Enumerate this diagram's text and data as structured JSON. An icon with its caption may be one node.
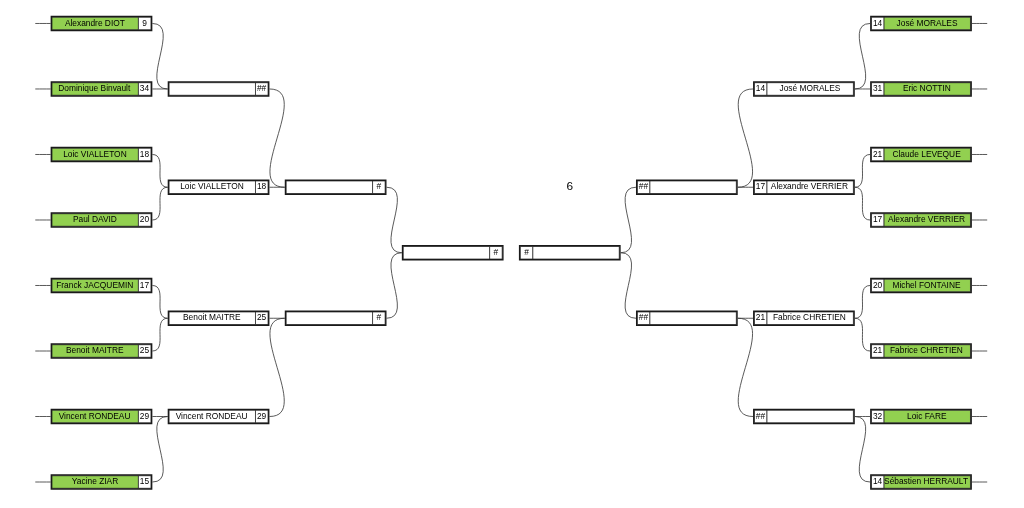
{
  "diagram": {
    "nodes": [
      {
        "text": [
          "Alexandre DIOT",
          "9"
        ]
      },
      {
        "text": [
          "Dominique Binvault",
          "34"
        ]
      },
      {
        "text": [
          "Loic VIALLETON",
          "18"
        ]
      },
      {
        "text": [
          "Paul DAVID",
          "20"
        ]
      },
      {
        "text": [
          "Franck JACQUEMIN",
          "17"
        ]
      },
      {
        "text": [
          "Benoit MAITRE",
          "25"
        ]
      },
      {
        "text": [
          "Vincent RONDEAU",
          "29"
        ]
      },
      {
        "text": [
          "Yacine ZIAR",
          "15"
        ]
      },
      {
        "text": [
          "##"
        ]
      },
      {
        "text": [
          "Loic VIALLETON",
          "18"
        ]
      },
      {
        "text": [
          "Benoit MAITRE",
          "25"
        ]
      },
      {
        "text": [
          "Vincent RONDEAU",
          "29"
        ]
      },
      {
        "text": [
          "#"
        ]
      },
      {
        "text": [
          "#"
        ]
      },
      {
        "text": [
          "#"
        ]
      },
      {
        "text": [
          "#"
        ]
      },
      {
        "text": [
          "##"
        ]
      },
      {
        "text": [
          "##"
        ]
      },
      {
        "text": [
          "14",
          "José MORALES"
        ]
      },
      {
        "text": [
          "17",
          "Alexandre VERRIER"
        ]
      },
      {
        "text": [
          "21",
          "Fabrice CHRETIEN"
        ]
      },
      {
        "text": [
          "##"
        ]
      },
      {
        "text": [
          "14",
          "José MORALES"
        ]
      },
      {
        "text": [
          "31",
          "Eric NOTTIN"
        ]
      },
      {
        "text": [
          "21",
          "Claude LEVEQUE"
        ]
      },
      {
        "text": [
          "17",
          "Alexandre VERRIER"
        ]
      },
      {
        "text": [
          "20",
          "Michel FONTAINE"
        ]
      },
      {
        "text": [
          "21",
          "Fabrice CHRETIEN"
        ]
      },
      {
        "text": [
          "32",
          "Loic FARE"
        ]
      },
      {
        "text": [
          "14",
          "Sébastien HERRAULT"
        ]
      }
    ],
    "edges": [
      {
        "from": 0,
        "to": 8,
        "arrow": "none"
      },
      {
        "from": 1,
        "to": 8,
        "arrow": "none"
      },
      {
        "from": 2,
        "to": 9,
        "arrow": "none"
      },
      {
        "from": 3,
        "to": 9,
        "arrow": "none"
      },
      {
        "from": 4,
        "to": 10,
        "arrow": "none"
      },
      {
        "from": 5,
        "to": 10,
        "arrow": "none"
      },
      {
        "from": 6,
        "to": 11,
        "arrow": "none"
      },
      {
        "from": 7,
        "to": 11,
        "arrow": "none"
      },
      {
        "from": 8,
        "to": 12,
        "arrow": "none"
      },
      {
        "from": 9,
        "to": 12,
        "arrow": "none"
      },
      {
        "from": 10,
        "to": 13,
        "arrow": "none"
      },
      {
        "from": 11,
        "to": 13,
        "arrow": "none"
      },
      {
        "from": 12,
        "to": 14,
        "arrow": "none"
      },
      {
        "from": 13,
        "to": 14,
        "arrow": "none"
      },
      {
        "from": 15,
        "to": 16,
        "arrow": "none"
      },
      {
        "from": 15,
        "to": 17,
        "arrow": "none"
      },
      {
        "from": 16,
        "to": 18,
        "arrow": "none"
      },
      {
        "from": 16,
        "to": 19,
        "arrow": "none"
      },
      {
        "from": 17,
        "to": 20,
        "arrow": "none"
      },
      {
        "from": 17,
        "to": 21,
        "arrow": "none"
      },
      {
        "from": 18,
        "to": 22,
        "arrow": "none"
      },
      {
        "from": 18,
        "to": 23,
        "arrow": "none"
      },
      {
        "from": 19,
        "to": 24,
        "arrow": "none"
      },
      {
        "from": 19,
        "to": 25,
        "arrow": "none"
      },
      {
        "from": 20,
        "to": 26,
        "arrow": "none"
      },
      {
        "from": 20,
        "to": 27,
        "arrow": "none"
      },
      {
        "from": 21,
        "to": 28,
        "arrow": "none"
      },
      {
        "from": 21,
        "to": 29,
        "arrow": "none"
      },
      {
        "from": null,
        "to": 0,
        "arrow": "none"
      },
      {
        "from": null,
        "to": 1,
        "arrow": "none"
      },
      {
        "from": null,
        "to": 2,
        "arrow": "none"
      },
      {
        "from": null,
        "to": 3,
        "arrow": "none"
      },
      {
        "from": null,
        "to": 4,
        "arrow": "none"
      },
      {
        "from": null,
        "to": 5,
        "arrow": "none"
      },
      {
        "from": null,
        "to": 6,
        "arrow": "none"
      },
      {
        "from": null,
        "to": 7,
        "arrow": "none"
      },
      {
        "from": 22,
        "to": null,
        "arrow": "none"
      },
      {
        "from": 23,
        "to": null,
        "arrow": "none"
      },
      {
        "from": 24,
        "to": null,
        "arrow": "none"
      },
      {
        "from": 25,
        "to": null,
        "arrow": "none"
      },
      {
        "from": 26,
        "to": null,
        "arrow": "none"
      },
      {
        "from": 27,
        "to": null,
        "arrow": "none"
      },
      {
        "from": 28,
        "to": null,
        "arrow": "none"
      },
      {
        "from": 29,
        "to": null,
        "arrow": "none"
      }
    ],
    "labels": [
      "6"
    ]
  }
}
